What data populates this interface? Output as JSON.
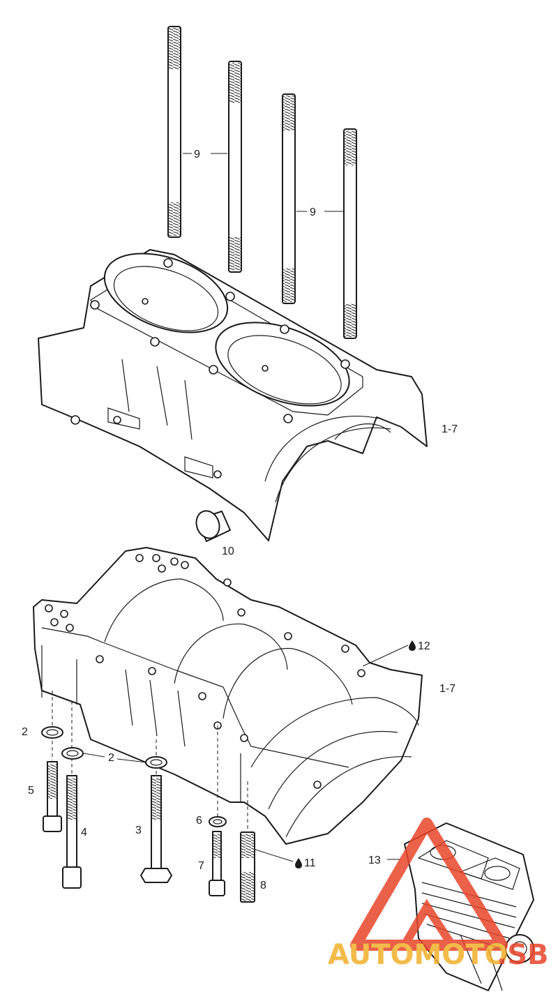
{
  "labels": {
    "stud_upper_a": "9",
    "stud_upper_b": "9",
    "upper_case": "1-7",
    "plug": "10",
    "oil_point_top": "12",
    "lower_case": "1-7",
    "washer_left": "2",
    "washer_mid": "2",
    "screw_long": "4",
    "screw_short": "5",
    "bolt_hex": "3",
    "washer_small": "6",
    "screw_small": "7",
    "stud_short": "8",
    "oil_point_bottom": "11",
    "engine_ref": "13"
  },
  "watermark": {
    "part1": "AUTOMOTO",
    "part2": ".SB",
    "color": "#e8452a",
    "secondary_color": "#f2b02a"
  }
}
